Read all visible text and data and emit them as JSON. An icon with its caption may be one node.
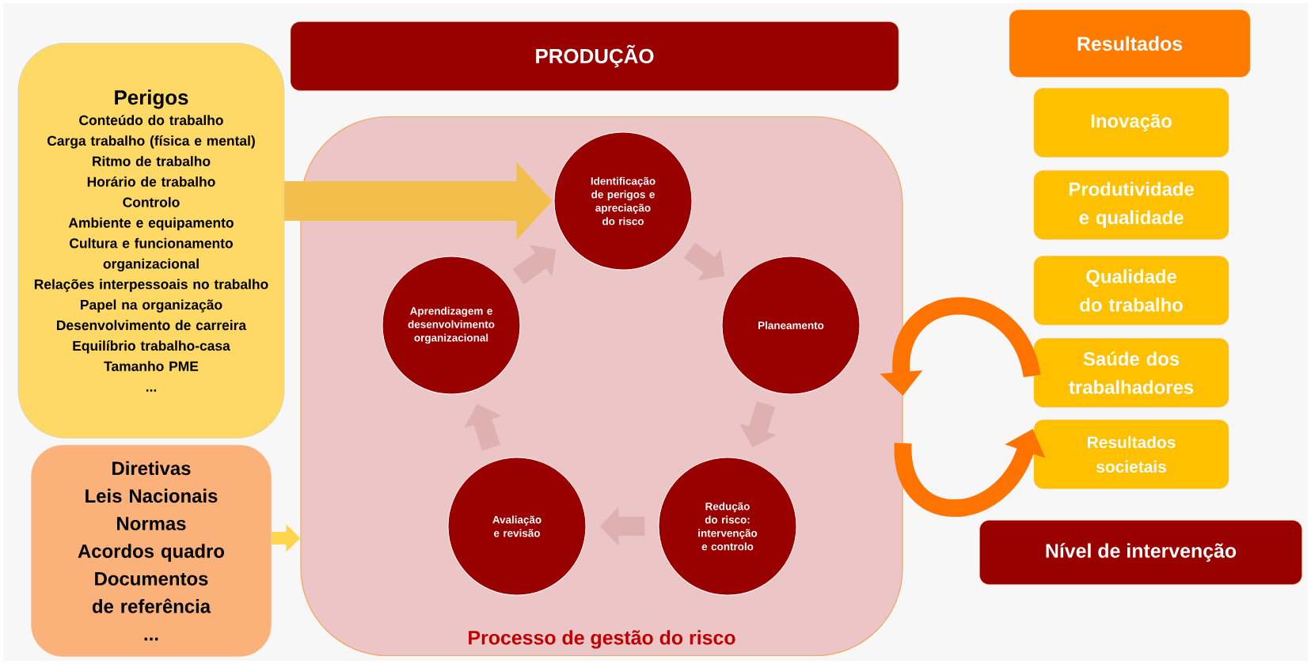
{
  "diagram": {
    "nodes": [
      {
        "text": [
          "PRODUÇÃO"
        ]
      },
      {
        "text": [
          "Perigos",
          "Conteúdo do trabalho",
          "Carga trabalho (física e mental)",
          "Ritmo de trabalho",
          "Horário de trabalho",
          "Controlo",
          "Ambiente e equipamento",
          "Cultura e funcionamento organizacional",
          "Relações interpessoais no trabalho",
          "Papel na organização",
          "Desenvolvimento de carreira",
          "Equilíbrio trabalho-casa",
          "Tamanho PME",
          "..."
        ]
      },
      {
        "text": [
          "Diretivas",
          "Leis Nacionais",
          "Normas",
          "Acordos quadro",
          "Documentos de referência",
          "..."
        ]
      },
      {
        "text": [
          "Processo de gestão do risco"
        ]
      },
      {
        "text": [
          "Identificação de perigos e apreciação do risco"
        ],
        "in": 3
      },
      {
        "text": [
          "Planeamento"
        ],
        "in": 3
      },
      {
        "text": [
          "Redução do risco: intervenção e controlo"
        ],
        "in": 3
      },
      {
        "text": [
          "Avaliação e revisão"
        ],
        "in": 3
      },
      {
        "text": [
          "Aprendizagem e desenvolvimento organizacional"
        ],
        "in": 3
      },
      {
        "text": [
          "Resultados"
        ]
      },
      {
        "text": [
          "Inovação"
        ]
      },
      {
        "text": [
          "Produtividade e qualidade"
        ]
      },
      {
        "text": [
          "Qualidade do trabalho"
        ]
      },
      {
        "text": [
          "Saúde dos trabalhadores"
        ]
      },
      {
        "text": [
          "Resultados societais"
        ]
      },
      {
        "text": [
          "Nível de intervenção"
        ]
      }
    ],
    "edges": [
      {
        "from": 1,
        "to": 4,
        "arrow": "to",
        "style": "thick",
        "color": "#f2bf4c"
      },
      {
        "from": 2,
        "to": 3,
        "arrow": "to",
        "color": "#ffd54f"
      },
      {
        "from": 4,
        "to": 5,
        "arrow": "to"
      },
      {
        "from": 5,
        "to": 6,
        "arrow": "to"
      },
      {
        "from": 6,
        "to": 7,
        "arrow": "to"
      },
      {
        "from": 7,
        "to": 8,
        "arrow": "to"
      },
      {
        "from": 8,
        "to": 4,
        "arrow": "to"
      },
      {
        "from": 13,
        "to": 3,
        "arrow": "to",
        "color": "#ff7300"
      },
      {
        "from": 3,
        "to": 14,
        "arrow": "to",
        "color": "#ff7300"
      }
    ]
  }
}
